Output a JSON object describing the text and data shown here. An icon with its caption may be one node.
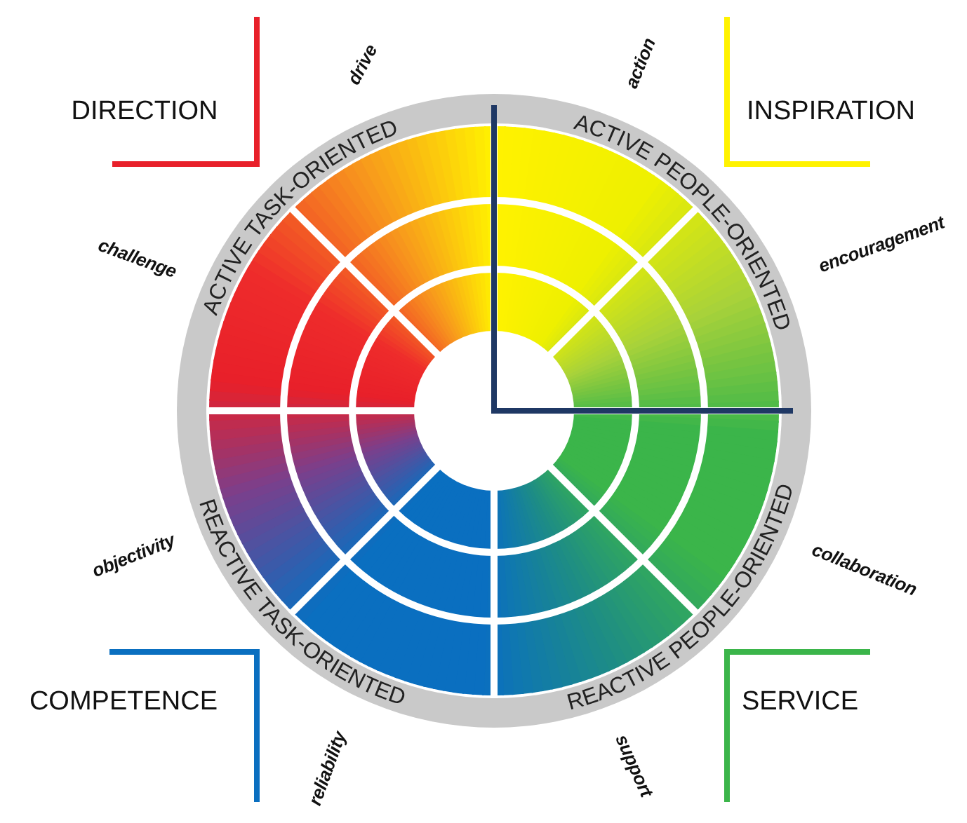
{
  "diagram": {
    "labels": [
      "drive",
      "action",
      "DIRECTION",
      "ACTIVE TASK-ORIENTED",
      "ACTIVE PEOPLE-ORIENTED",
      "INSPIRATION",
      "challenge",
      "encouragement",
      "objectivity",
      "REACTIVE TASK-ORIENTED",
      "REACTIVE PEOPLE-ORIENTED",
      "collaboration",
      "COMPETENCE",
      "SERVICE",
      "reliability",
      "support"
    ]
  }
}
